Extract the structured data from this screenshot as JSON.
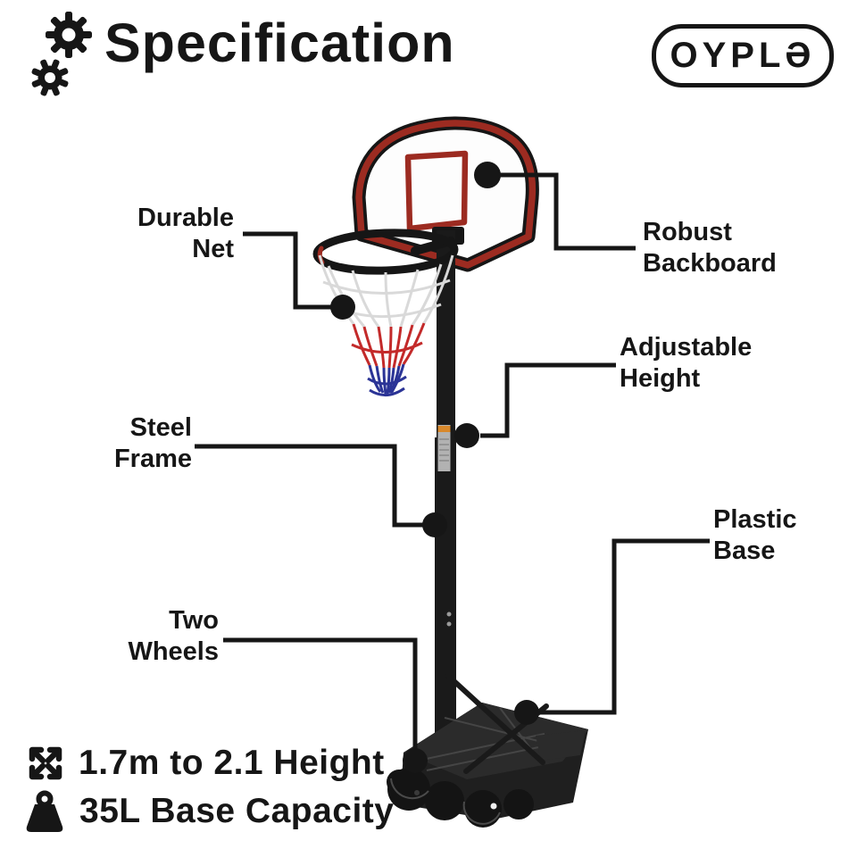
{
  "header": {
    "title": "Specification",
    "title_icon": "gears-icon",
    "brand": {
      "name": "OYPLA",
      "display": "OYPLƏ"
    }
  },
  "callouts": [
    {
      "id": "durable-net",
      "label": "Durable\nNet",
      "side": "left",
      "target": "net"
    },
    {
      "id": "robust-backboard",
      "label": "Robust\nBackboard",
      "side": "right",
      "target": "backboard"
    },
    {
      "id": "adjustable-height",
      "label": "Adjustable\nHeight",
      "side": "right",
      "target": "height-adjuster"
    },
    {
      "id": "steel-frame",
      "label": "Steel\nFrame",
      "side": "left",
      "target": "pole"
    },
    {
      "id": "plastic-base",
      "label": "Plastic\nBase",
      "side": "right",
      "target": "base"
    },
    {
      "id": "two-wheels",
      "label": "Two\nWheels",
      "side": "left",
      "target": "wheels"
    }
  ],
  "features": [
    {
      "icon": "expand-arrows-icon",
      "text": "1.7m to 2.1 Height"
    },
    {
      "icon": "weight-icon",
      "text": "35L Base Capacity"
    }
  ],
  "illustration": {
    "subject": "portable basketball hoop stand",
    "parts": [
      "backboard",
      "shooting-square",
      "rim",
      "tri-color-net",
      "steel-pole",
      "height-adjuster-knob",
      "warning-sticker",
      "plastic-base",
      "wheels",
      "support-struts"
    ]
  },
  "colors": {
    "bg": "#ffffff",
    "ink": "#161616",
    "board-red": "#9c2b21",
    "net-white": "#d9d9d9",
    "net-red": "#c32a2a",
    "net-blue": "#2b3496",
    "steel": "#1a1a1a",
    "plastic-dark": "#1f1f1f",
    "plastic-mid": "#2b2b2b",
    "plastic-light": "#454545",
    "sticker-gray": "#b2b2b2",
    "sticker-orange": "#d8882b"
  }
}
